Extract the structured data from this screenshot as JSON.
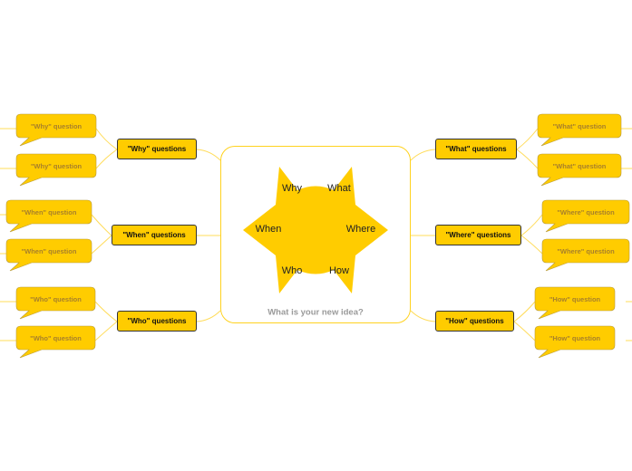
{
  "central_idea": {
    "title": "What is your new idea?",
    "star_labels": {
      "why": "Why",
      "what": "What",
      "when": "When",
      "where": "Where",
      "who": "Who",
      "how": "How"
    }
  },
  "branches": {
    "why": {
      "label": "\"Why\" questions",
      "children": [
        "\"Why\" question",
        "\"Why\" question"
      ]
    },
    "when": {
      "label": "\"When\" questions",
      "children": [
        "\"When\" question",
        "\"When\" question"
      ]
    },
    "who": {
      "label": "\"Who\" questions",
      "children": [
        "\"Who\" question",
        "\"Who\" question"
      ]
    },
    "what": {
      "label": "\"What\" questions",
      "children": [
        "\"What\" question",
        "\"What\" question"
      ]
    },
    "where": {
      "label": "\"Where\" questions",
      "children": [
        "\"Where\" question",
        "\"Where\" question"
      ]
    },
    "how": {
      "label": "\"How\" questions",
      "children": [
        "\"How\" question",
        "\"How\" question"
      ]
    }
  },
  "colors": {
    "topic_fill": "#ffcc00",
    "star_fill": "#ffcc00",
    "connector": "#ffdc5a",
    "bubble_fill": "#ffcc00",
    "bubble_text": "#a8802a"
  }
}
